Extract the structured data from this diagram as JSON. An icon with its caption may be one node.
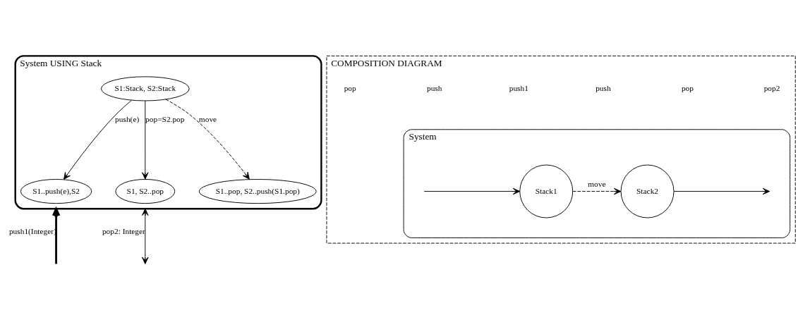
{
  "diagram": {
    "nodes": [
      {
        "text": [
          "System USING Stack"
        ]
      },
      {
        "text": [
          "S1:Stack, S2:Stack"
        ],
        "in": 0
      },
      {
        "text": [
          "S1..push(e),S2"
        ],
        "in": 0
      },
      {
        "text": [
          "S1, S2..pop"
        ],
        "in": 0
      },
      {
        "text": [
          "S1..pop, S2..push(S1.pop)"
        ],
        "in": 0
      },
      {
        "text": [
          "COMPOSITION DIAGRAM"
        ]
      },
      {
        "text": [
          "System"
        ],
        "in": 5
      },
      {
        "text": [
          "Stack1"
        ],
        "in": 6
      },
      {
        "text": [
          "Stack2"
        ],
        "in": 6
      }
    ],
    "edges": [
      {
        "from": 1,
        "to": 2,
        "arrow": "to",
        "label": "push(e)"
      },
      {
        "from": 1,
        "to": 3,
        "arrow": "to",
        "label": "pop=S2.pop"
      },
      {
        "from": 1,
        "to": 4,
        "arrow": "to",
        "label": "move",
        "style": "dashed"
      },
      {
        "from": null,
        "to": 0,
        "arrow": "to",
        "label": "push1(Integer)",
        "style": "thick"
      },
      {
        "from": 0,
        "to": null,
        "arrow": "both",
        "label": "pop2: Integer"
      },
      {
        "from": null,
        "to": 7,
        "arrow": "to"
      },
      {
        "from": 7,
        "to": 8,
        "arrow": "to",
        "label": "move",
        "style": "dashed"
      },
      {
        "from": 8,
        "to": null,
        "arrow": "to"
      }
    ],
    "labels": [
      "pop",
      "push",
      "push1",
      "push",
      "pop",
      "pop2"
    ]
  }
}
